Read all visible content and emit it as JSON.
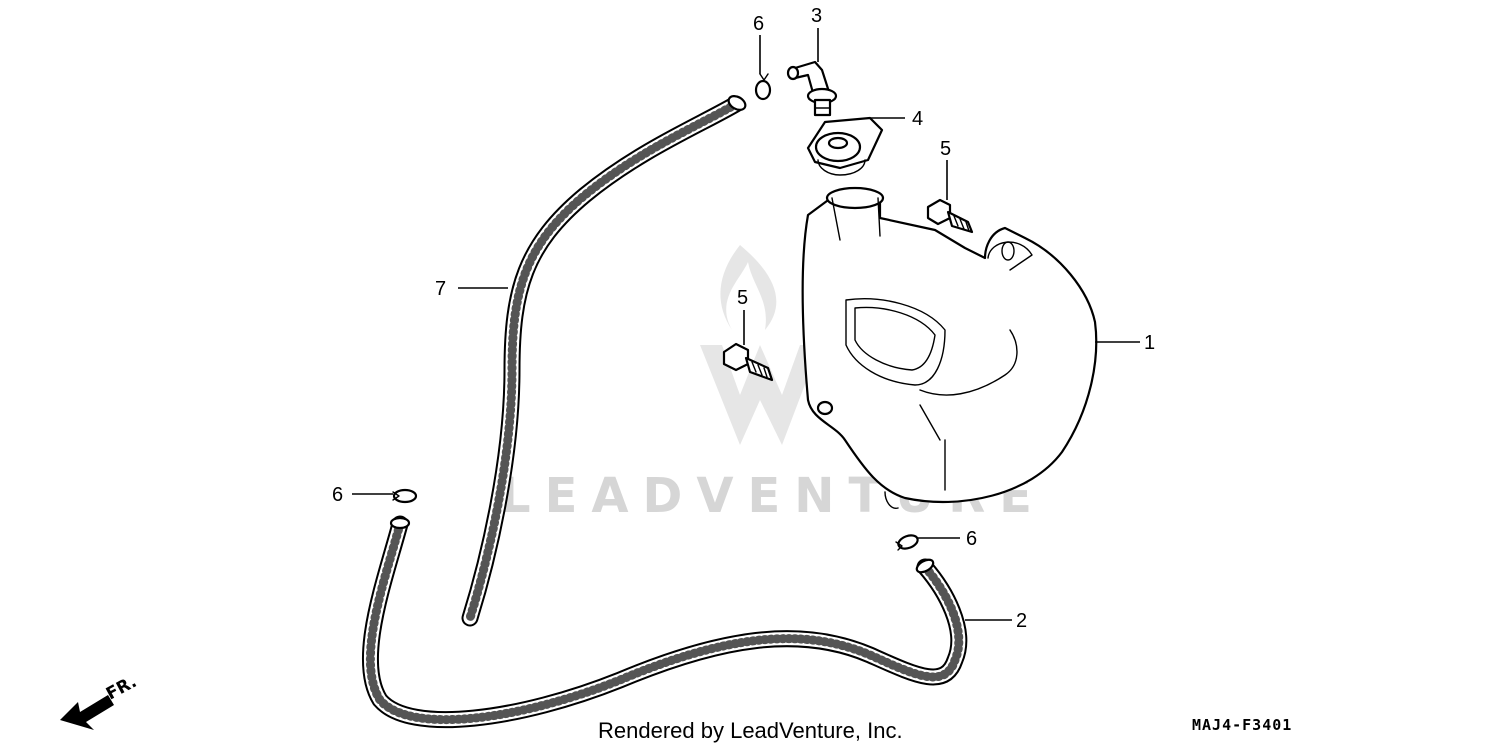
{
  "diagram": {
    "callouts": {
      "c1": "1",
      "c2": "2",
      "c3": "3",
      "c4": "4",
      "c5a": "5",
      "c5b": "5",
      "c6a": "6",
      "c6b": "6",
      "c6c": "6",
      "c7": "7"
    },
    "front_marker": "FR.",
    "watermark": "LEADVENTURE",
    "rendered_by": "Rendered by LeadVenture, Inc.",
    "diagram_code": "MAJ4-F3401"
  }
}
